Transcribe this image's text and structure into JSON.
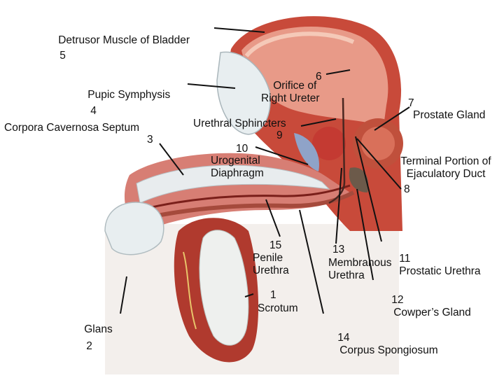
{
  "colors": {
    "background": "#ffffff",
    "muscle_red": "#c84a3a",
    "tissue_pink": "#e89a88",
    "cartilage_white": "#e8eef0",
    "fat_yellow": "#e8c46a",
    "leader_line": "#111111"
  },
  "labels": [
    {
      "id": "detrusor",
      "number": "5",
      "text": "Detrusor Muscle of Bladder"
    },
    {
      "id": "pubic",
      "number": "4",
      "text": "Pupic Symphysis"
    },
    {
      "id": "orifice",
      "number": "6",
      "text": "Orifice of\nRight Ureter"
    },
    {
      "id": "prostate",
      "number": "7",
      "text": "Prostate Gland"
    },
    {
      "id": "cavernosa",
      "number": "3",
      "text": "Corpora Cavernosa Septum"
    },
    {
      "id": "sphincters",
      "number": "9",
      "text": "Urethral Sphincters"
    },
    {
      "id": "urogenital",
      "number": "10",
      "text": "Urogenital\nDiaphragm"
    },
    {
      "id": "ejaculatory",
      "number": "8",
      "text": "Terminal Portion of\nEjaculatory Duct"
    },
    {
      "id": "penile",
      "number": "15",
      "text": "Penile\nUrethra"
    },
    {
      "id": "membranous",
      "number": "13",
      "text": "Membranous\nUrethra"
    },
    {
      "id": "prostatic",
      "number": "11",
      "text": "Prostatic Urethra"
    },
    {
      "id": "cowper",
      "number": "12",
      "text": "Cowper’s Gland"
    },
    {
      "id": "scrotum",
      "number": "1",
      "text": "Scrotum"
    },
    {
      "id": "glans",
      "number": "2",
      "text": "Glans"
    },
    {
      "id": "spongiosum",
      "number": "14",
      "text": "Corpus Spongiosum"
    }
  ]
}
